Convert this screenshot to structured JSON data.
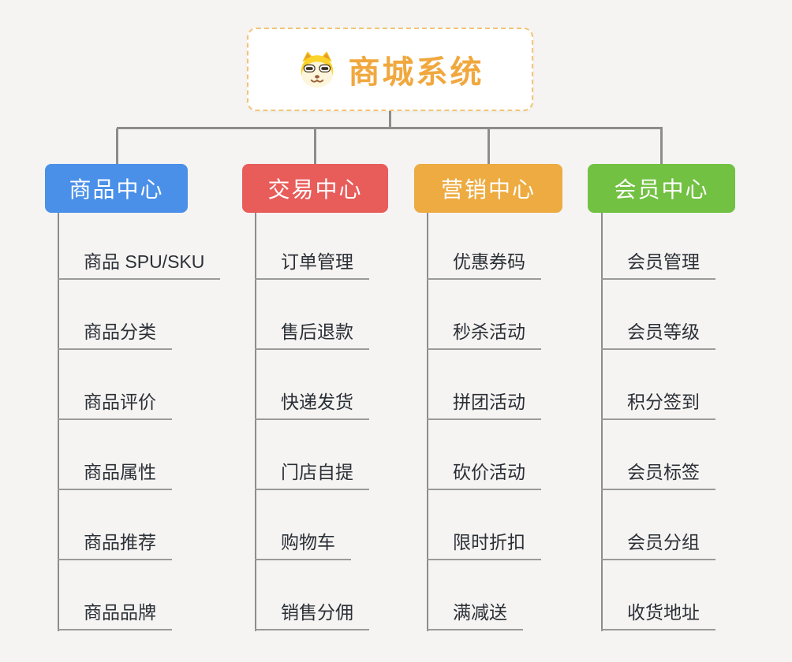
{
  "root": {
    "label": "商城系统",
    "icon": "shiba-dog-icon"
  },
  "branches": [
    {
      "label": "商品中心",
      "color": "#4a90e8",
      "items": [
        "商品 SPU/SKU",
        "商品分类",
        "商品评价",
        "商品属性",
        "商品推荐",
        "商品品牌"
      ]
    },
    {
      "label": "交易中心",
      "color": "#e85c5a",
      "items": [
        "订单管理",
        "售后退款",
        "快递发货",
        "门店自提",
        "购物车",
        "销售分佣"
      ]
    },
    {
      "label": "营销中心",
      "color": "#edab41",
      "items": [
        "优惠券码",
        "秒杀活动",
        "拼团活动",
        "砍价活动",
        "限时折扣",
        "满减送"
      ]
    },
    {
      "label": "会员中心",
      "color": "#72c142",
      "items": [
        "会员管理",
        "会员等级",
        "积分签到",
        "会员标签",
        "会员分组",
        "收货地址"
      ]
    }
  ],
  "colors": {
    "background": "#f5f4f2",
    "connector": "#8c8c8c",
    "underline": "#9a9a9a",
    "item_text": "#2b2f36",
    "root_text": "#f0a83e",
    "root_border": "#f3c474"
  }
}
